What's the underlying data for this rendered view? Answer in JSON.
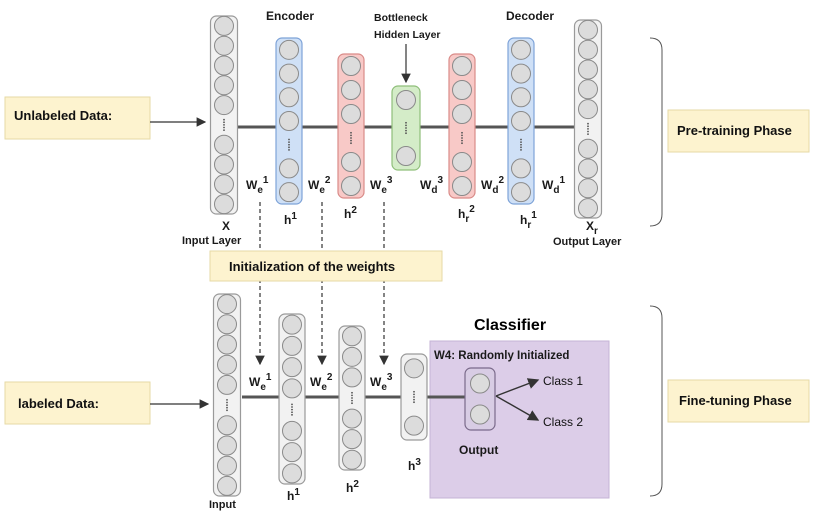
{
  "pretrain": {
    "encoder_label": "Encoder",
    "bottleneck_label_1": "Bottleneck",
    "bottleneck_label_2": "Hidden Layer",
    "decoder_label": "Decoder",
    "input_box": "Unlabeled Data:",
    "phase_label": "Pre-training Phase",
    "x_label": "X",
    "input_layer_label": "Input Layer",
    "xr_label": "X",
    "xr_sub": "r",
    "output_layer_label": "Output Layer",
    "weights": [
      {
        "base": "W",
        "sub": "e",
        "sup": "1"
      },
      {
        "base": "W",
        "sub": "e",
        "sup": "2"
      },
      {
        "base": "W",
        "sub": "e",
        "sup": "3"
      },
      {
        "base": "W",
        "sub": "d",
        "sup": "3"
      },
      {
        "base": "W",
        "sub": "d",
        "sup": "2"
      },
      {
        "base": "W",
        "sub": "d",
        "sup": "1"
      }
    ],
    "h_labels": [
      {
        "base": "h",
        "sub": "",
        "sup": "1"
      },
      {
        "base": "h",
        "sub": "",
        "sup": "2"
      },
      {
        "base": "h",
        "sub": "r",
        "sup": "2"
      },
      {
        "base": "h",
        "sub": "r",
        "sup": "1"
      }
    ]
  },
  "init_banner": "Initialization of the weights",
  "finetune": {
    "input_box": "labeled Data:",
    "phase_label": "Fine-tuning Phase",
    "classifier_title": "Classifier",
    "w4_label": "W4: Randomly Initialized",
    "class1": "Class 1",
    "class2": "Class 2",
    "output_label": "Output",
    "input_label": "Input",
    "weights": [
      {
        "base": "W",
        "sub": "e",
        "sup": "1"
      },
      {
        "base": "W",
        "sub": "e",
        "sup": "2"
      },
      {
        "base": "W",
        "sub": "e",
        "sup": "3"
      }
    ],
    "h_labels": [
      {
        "base": "h",
        "sub": "",
        "sup": "1"
      },
      {
        "base": "h",
        "sub": "",
        "sup": "2"
      },
      {
        "base": "h",
        "sub": "",
        "sup": "3"
      }
    ]
  },
  "colors": {
    "blue_layer": "#cfe0f6",
    "blue_stroke": "#7ea3d8",
    "red_layer": "#f8c9c7",
    "red_stroke": "#d98b88",
    "green_layer": "#d4ecc8",
    "green_stroke": "#8fbf7a",
    "gray_layer": "#f2f2f2",
    "node_fill": "#dcdcdc",
    "node_stroke": "#8a8a8a",
    "box_fill": "#fdf3cf",
    "classifier_fill": "#dccde8",
    "connector": "#555555"
  }
}
